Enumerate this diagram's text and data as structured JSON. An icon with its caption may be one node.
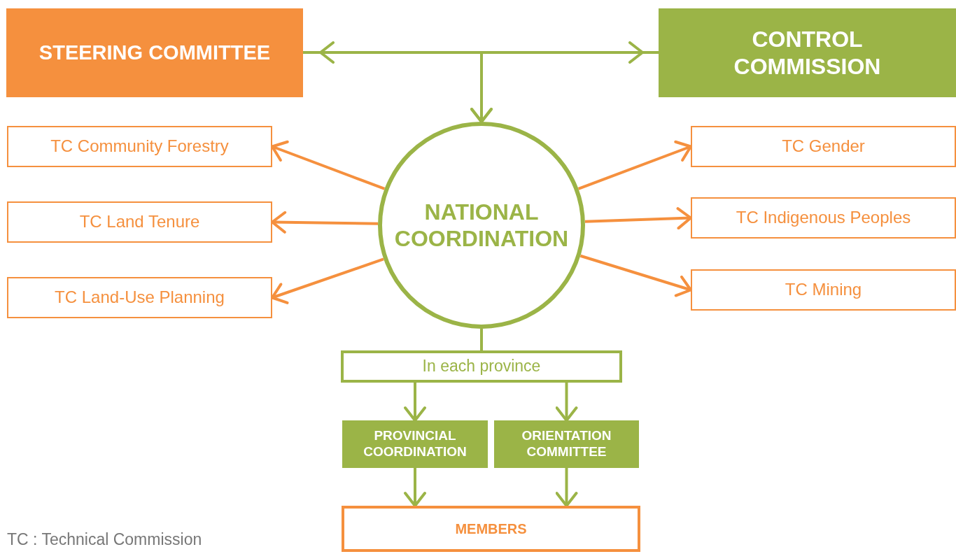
{
  "diagram": {
    "nodes": [
      {
        "text": [
          "STEERING COMMITTEE"
        ]
      },
      {
        "text": [
          "CONTROL COMMISSION"
        ]
      },
      {
        "text": [
          "TC Community Forestry"
        ]
      },
      {
        "text": [
          "TC Land Tenure"
        ]
      },
      {
        "text": [
          "TC Land-Use Planning"
        ]
      },
      {
        "text": [
          "NATIONAL COORDINATION"
        ]
      },
      {
        "text": [
          "TC Gender"
        ]
      },
      {
        "text": [
          "TC Indigenous Peoples"
        ]
      },
      {
        "text": [
          "TC Mining"
        ]
      },
      {
        "text": [
          "In each province"
        ]
      },
      {
        "text": [
          "PROVINCIAL COORDINATION"
        ]
      },
      {
        "text": [
          "ORIENTATION COMMITTEE"
        ]
      },
      {
        "text": [
          "MEMBERS"
        ]
      }
    ],
    "edges": [
      {
        "from": 0,
        "to": 1,
        "arrow": "both"
      },
      {
        "from": 0,
        "to": 5,
        "arrow": "to"
      },
      {
        "from": 1,
        "to": 5,
        "arrow": "to"
      },
      {
        "from": 5,
        "to": 2,
        "arrow": "to",
        "color": "#f5903e"
      },
      {
        "from": 5,
        "to": 3,
        "arrow": "to",
        "color": "#f5903e"
      },
      {
        "from": 5,
        "to": 4,
        "arrow": "to",
        "color": "#f5903e"
      },
      {
        "from": 5,
        "to": 6,
        "arrow": "to",
        "color": "#f5903e"
      },
      {
        "from": 5,
        "to": 7,
        "arrow": "to",
        "color": "#f5903e"
      },
      {
        "from": 5,
        "to": 8,
        "arrow": "to",
        "color": "#f5903e"
      },
      {
        "from": 5,
        "to": 9,
        "arrow": "none"
      },
      {
        "from": 9,
        "to": 10,
        "arrow": "to"
      },
      {
        "from": 9,
        "to": 11,
        "arrow": "to"
      },
      {
        "from": 10,
        "to": 12,
        "arrow": "to"
      },
      {
        "from": 11,
        "to": 12,
        "arrow": "to"
      }
    ],
    "labels": [
      "TC : Technical Commission"
    ]
  }
}
